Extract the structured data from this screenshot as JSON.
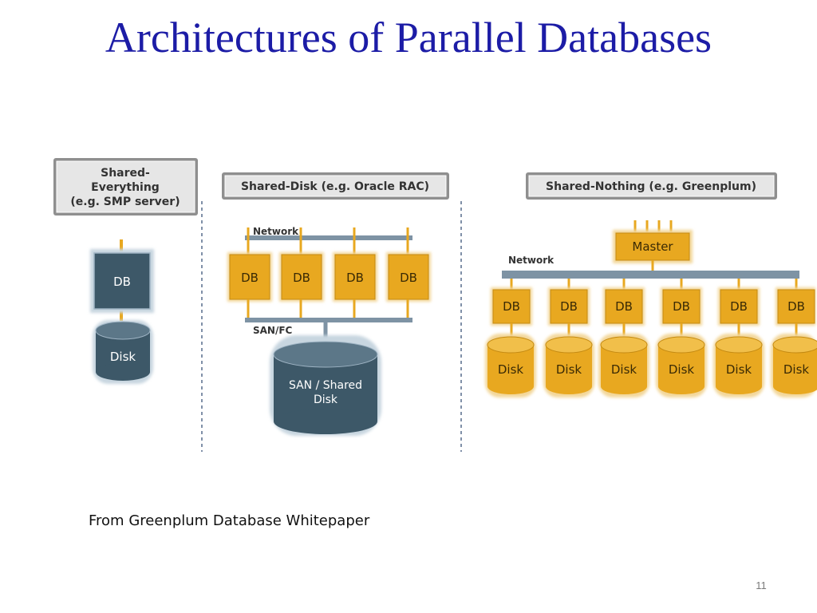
{
  "slide": {
    "title": "Architectures of Parallel Databases",
    "caption": "From Greenplum Database Whitepaper",
    "page_number": "11"
  },
  "diagram": {
    "shared_everything": {
      "header_lines": [
        "Shared-",
        "Everything",
        "(e.g. SMP server)"
      ],
      "db_label": "DB",
      "disk_label": "Disk"
    },
    "shared_disk": {
      "header": "Shared-Disk (e.g. Oracle RAC)",
      "network_label": "Network",
      "db_labels": [
        "DB",
        "DB",
        "DB",
        "DB"
      ],
      "san_label": "SAN/FC",
      "storage_lines": [
        "SAN / Shared",
        "Disk"
      ]
    },
    "shared_nothing": {
      "header": "Shared-Nothing (e.g. Greenplum)",
      "master_label": "Master",
      "network_label": "Network",
      "db_labels": [
        "DB",
        "DB",
        "DB",
        "DB",
        "DB",
        "DB"
      ],
      "disk_labels": [
        "Disk",
        "Disk",
        "Disk",
        "Disk",
        "Disk",
        "Disk"
      ]
    }
  },
  "colors": {
    "title": "#1c1ca6",
    "node_slate": "#3d5868",
    "node_gold": "#e8a820",
    "header_fill": "#e6e6e6",
    "network_bar": "#7e93a4",
    "separator": "#8090a8"
  }
}
